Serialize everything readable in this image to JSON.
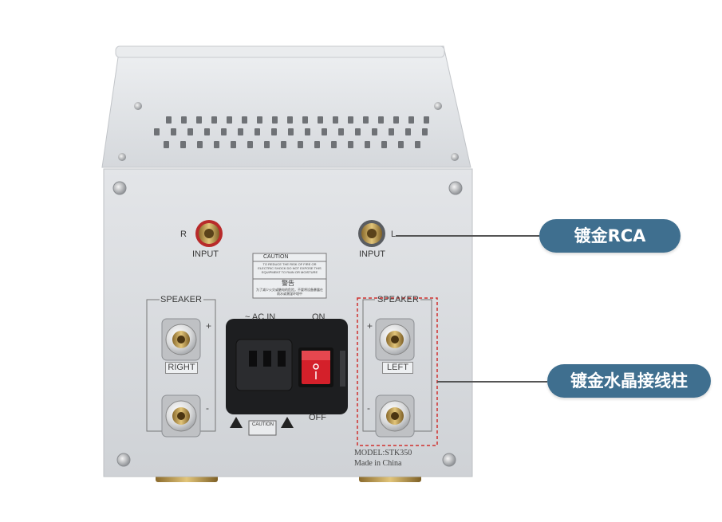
{
  "callouts": {
    "rca": "镀金RCA",
    "binding_posts": "镀金水晶接线柱"
  },
  "panel": {
    "input_label": "INPUT",
    "right_channel": "R",
    "left_channel": "L",
    "speaker_label": "SPEAKER",
    "right_label": "RIGHT",
    "left_label": "LEFT",
    "ac_in": "~ AC IN",
    "on": "ON",
    "off": "OFF",
    "plus": "+",
    "minus": "-",
    "caution_title": "CAUTION",
    "caution_text": "TO REDUCE THE RISK OF FIRE OR ELECTRIC SHOCK DO NOT EXPOSE THIS EQUIPMENT TO RAIN OR MOISTURE",
    "warning_cn": "警告",
    "warning_cn_text": "为了减少火灾或触电的危险，不要将设备暴露在雨水或潮湿环境中",
    "small_caution": "CAUTION",
    "model": "MODEL:STK350",
    "origin": "Made in China"
  }
}
